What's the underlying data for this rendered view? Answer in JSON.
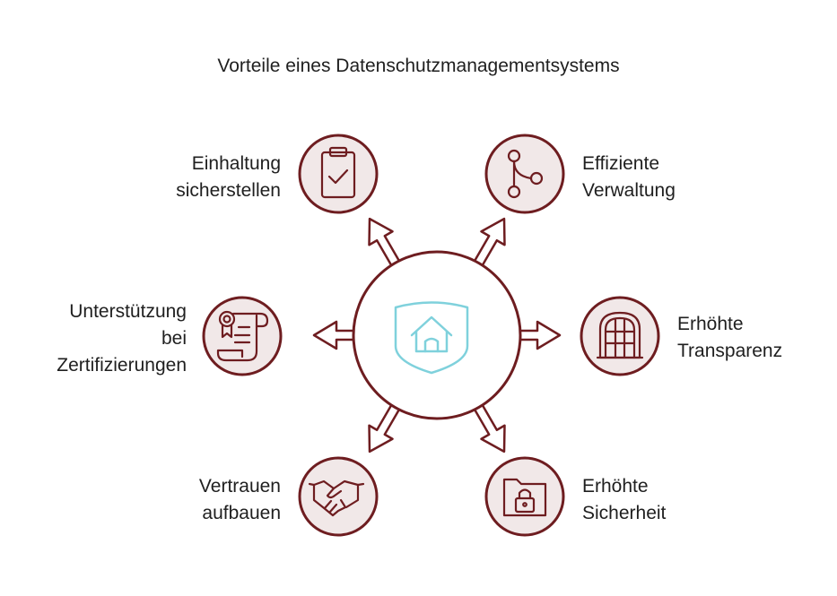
{
  "title": "Vorteile eines Datenschutzmanagementsystems",
  "colors": {
    "stroke": "#6e1d20",
    "fill": "#f1e8e8",
    "center_icon": "#7fd1dc"
  },
  "center": {
    "icon": "shield-home-icon"
  },
  "items": [
    {
      "id": "compliance",
      "icon": "clipboard-check-icon",
      "lines": [
        "Einhaltung",
        "sicherstellen"
      ]
    },
    {
      "id": "efficiency",
      "icon": "branch-icon",
      "lines": [
        "Effiziente",
        "Verwaltung"
      ]
    },
    {
      "id": "certification",
      "icon": "certificate-scroll-icon",
      "lines": [
        "Unterstützung",
        "bei",
        "Zertifizierungen"
      ]
    },
    {
      "id": "transparency",
      "icon": "window-icon",
      "lines": [
        "Erhöhte",
        "Transparenz"
      ]
    },
    {
      "id": "trust",
      "icon": "handshake-icon",
      "lines": [
        "Vertrauen",
        "aufbauen"
      ]
    },
    {
      "id": "security",
      "icon": "folder-lock-icon",
      "lines": [
        "Erhöhte",
        "Sicherheit"
      ]
    }
  ]
}
